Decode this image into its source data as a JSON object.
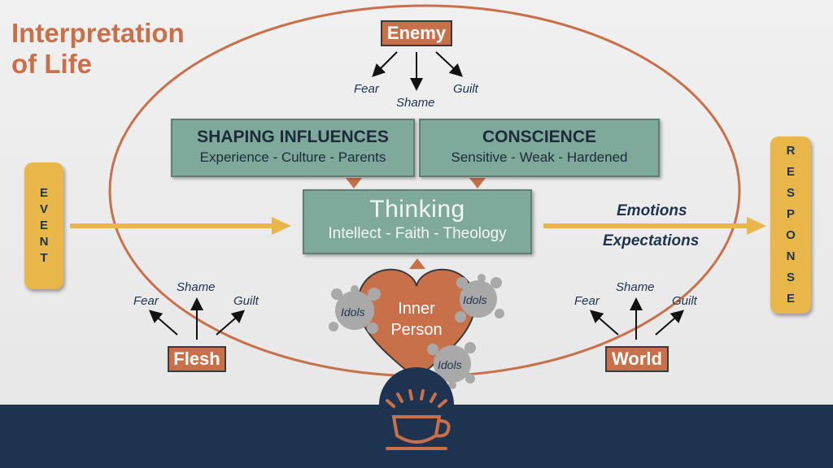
{
  "title_line1": "Interpretation",
  "title_line2": "of Life",
  "enemy": {
    "label": "Enemy",
    "fear": "Fear",
    "shame": "Shame",
    "guilt": "Guilt"
  },
  "flesh": {
    "label": "Flesh",
    "fear": "Fear",
    "shame": "Shame",
    "guilt": "Guilt"
  },
  "world": {
    "label": "World",
    "fear": "Fear",
    "shame": "Shame",
    "guilt": "Guilt"
  },
  "shaping": {
    "heading": "SHAPING INFLUENCES",
    "sub": "Experience - Culture - Parents"
  },
  "conscience": {
    "heading": "CONSCIENCE",
    "sub": "Sensitive - Weak - Hardened"
  },
  "thinking": {
    "heading": "Thinking",
    "sub": "Intellect - Faith - Theology"
  },
  "event": {
    "letters": [
      "E",
      "V",
      "E",
      "N",
      "T"
    ]
  },
  "response": {
    "letters": [
      "R",
      "E",
      "S",
      "P",
      "O",
      "N",
      "S",
      "E"
    ]
  },
  "emotions": "Emotions",
  "expectations": "Expectations",
  "inner_person": {
    "line1": "Inner",
    "line2": "Person"
  },
  "idols": [
    "Idols",
    "Idols",
    "Idols"
  ],
  "colors": {
    "orange": "#c8704a",
    "green": "#7fa99b",
    "gold": "#e9b64a",
    "navy": "#1e3350"
  },
  "icons": [
    "coffee-cup-logo-icon",
    "heart-icon",
    "splat-icon"
  ]
}
